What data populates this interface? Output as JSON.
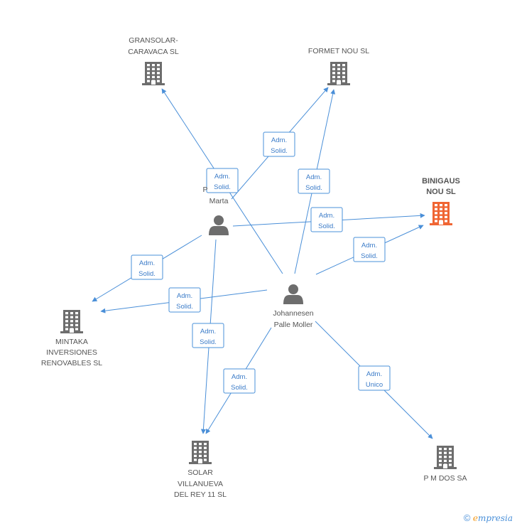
{
  "nodes": [
    {
      "id": "gransolar",
      "type": "company",
      "lines": [
        "GRANSOLAR-",
        "CARAVACA SL"
      ],
      "color": "#6d6d6d"
    },
    {
      "id": "formet",
      "type": "company",
      "lines": [
        "FORMET NOU  SL"
      ],
      "color": "#6d6d6d"
    },
    {
      "id": "binigaus",
      "type": "company",
      "lines": [
        "BINIGAUS",
        "NOU SL"
      ],
      "color": "#f06533",
      "main": true
    },
    {
      "id": "marta",
      "type": "person",
      "lines": [
        "P",
        "Marta"
      ],
      "color": "#6d6d6d"
    },
    {
      "id": "johannesen",
      "type": "person",
      "lines": [
        "Johannesen",
        "Palle Moller"
      ],
      "color": "#6d6d6d"
    },
    {
      "id": "mintaka",
      "type": "company",
      "lines": [
        "MINTAKA",
        "INVERSIONES",
        "RENOVABLES SL"
      ],
      "color": "#6d6d6d"
    },
    {
      "id": "solar",
      "type": "company",
      "lines": [
        "SOLAR",
        "VILLANUEVA",
        "DEL REY 11 SL"
      ],
      "color": "#6d6d6d"
    },
    {
      "id": "pmdos",
      "type": "company",
      "lines": [
        "P M DOS SA"
      ],
      "color": "#6d6d6d"
    }
  ],
  "relations": [
    {
      "from": "marta",
      "to": "formet",
      "label": [
        "Adm.",
        "Solid."
      ]
    },
    {
      "from": "marta",
      "to": "binigaus",
      "label": [
        "Adm.",
        "Solid."
      ]
    },
    {
      "from": "marta",
      "to": "mintaka",
      "label": [
        "Adm.",
        "Solid."
      ]
    },
    {
      "from": "marta",
      "to": "solar",
      "label": [
        "Adm.",
        "Solid."
      ]
    },
    {
      "from": "johannesen",
      "to": "gransolar",
      "label": [
        "Adm.",
        "Solid."
      ]
    },
    {
      "from": "johannesen",
      "to": "formet",
      "label": [
        "Adm.",
        "Solid."
      ]
    },
    {
      "from": "johannesen",
      "to": "binigaus",
      "label": [
        "Adm.",
        "Solid."
      ]
    },
    {
      "from": "johannesen",
      "to": "mintaka",
      "label": [
        "Adm.",
        "Solid."
      ]
    },
    {
      "from": "johannesen",
      "to": "solar",
      "label": [
        "Adm.",
        "Solid."
      ]
    },
    {
      "from": "johannesen",
      "to": "pmdos",
      "label": [
        "Adm.",
        "Unico"
      ]
    }
  ],
  "footer": {
    "copyright": "©",
    "brand_first": "e",
    "brand_rest": "mpresia"
  },
  "colors": {
    "edge": "#4a8fd8",
    "main": "#f06533",
    "node": "#6d6d6d"
  }
}
